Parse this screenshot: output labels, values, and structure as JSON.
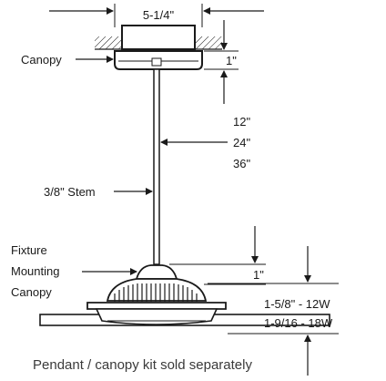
{
  "labels": {
    "canopy_width": "5-1/4\"",
    "canopy_height": "1\"",
    "canopy": "Canopy",
    "stem_len_1": "12\"",
    "stem_len_2": "24\"",
    "stem_len_3": "36\"",
    "stem": "3/8\" Stem",
    "fixture_line1": "Fixture",
    "fixture_line2": "Mounting",
    "fixture_line3": "Canopy",
    "fixture_canopy_height": "1\"",
    "fixture_height_12w": "1-5/8\" - 12W",
    "fixture_height_18w": "1-9/16 - 18W",
    "caption": "Pendant / canopy kit sold separately"
  },
  "colors": {
    "line": "#1a1a1a",
    "caption_text": "#3a3a3a"
  }
}
